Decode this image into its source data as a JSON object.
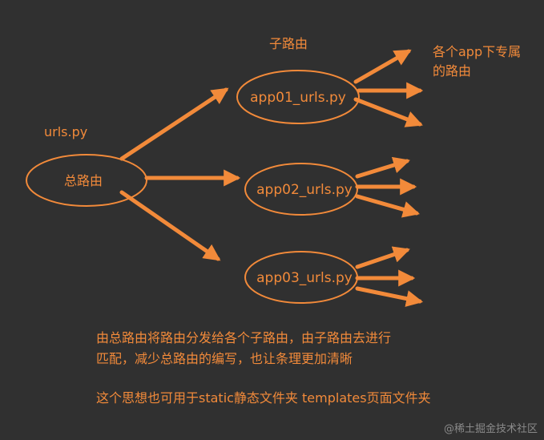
{
  "colors": {
    "background": "#303030",
    "accent": "#f28a3a",
    "watermark": "#8a8a8a"
  },
  "labels": {
    "urls_file": "urls.py",
    "root": "总路由",
    "sub_header": "子路由",
    "app01": "app01_urls.py",
    "app02": "app02_urls.py",
    "app03": "app03_urls.py",
    "app_routes_line1": "各个app下专属",
    "app_routes_line2": "的路由"
  },
  "notes": {
    "line1": "由总路由将路由分发给各个子路由，由子路由去进行",
    "line2": "匹配，减少总路由的编写，也让条理更加清晰",
    "line3": "这个思想也可用于static静态文件夹  templates页面文件夹"
  },
  "watermark": "@稀土掘金技术社区"
}
